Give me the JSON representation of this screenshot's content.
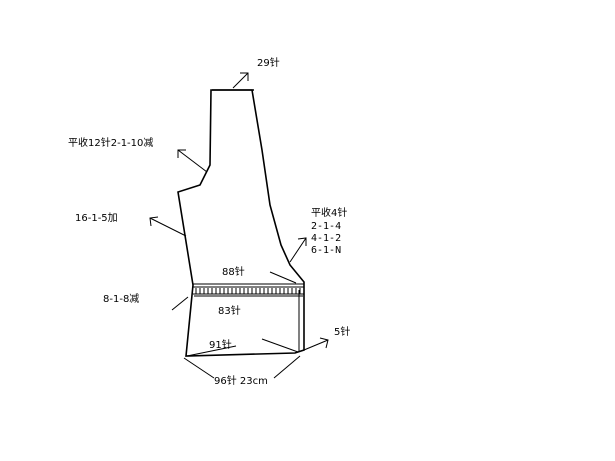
{
  "labels": {
    "neck_stitches": "29针",
    "armhole_bindoff": "平收12针2-1-10减",
    "side_increase": "16-1-5加",
    "right_bindoff": "平收4针",
    "right_step_1": "2-1-4",
    "right_step_2": "4-1-2",
    "right_step_3": "6-1-N",
    "upper_rib_stitches": "88针",
    "lower_rib_stitches": "83针",
    "side_decrease": "8-1-8减",
    "hem_stitches": "91针",
    "hem_height": "5针",
    "cast_on": "96针 23cm"
  }
}
